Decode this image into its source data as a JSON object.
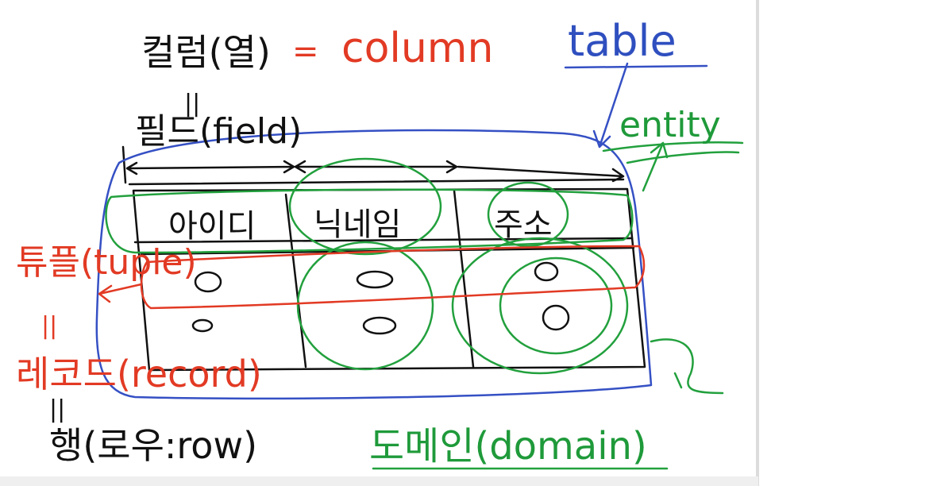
{
  "colors": {
    "ink_black": "#111111",
    "ink_red": "#e23a24",
    "ink_blue": "#2f4fbf",
    "ink_green": "#1f9a3a",
    "background": "#ffffff"
  },
  "labels": {
    "column_korean": "컬럼(열)",
    "column_eq": "=",
    "column_english": "column",
    "equals_mark": "||",
    "field_korean": "필드(field)",
    "table": "table",
    "entity": "entity",
    "tuple": "튜플(tuple)",
    "record": "레코드(record)",
    "row": "행(로우:row)",
    "domain": "도메인(domain)"
  },
  "table": {
    "headers": [
      "아이디",
      "닉네임",
      "주소"
    ],
    "rows": [
      [
        "○",
        "○",
        "○"
      ],
      [
        "○",
        "○",
        "○"
      ]
    ]
  }
}
